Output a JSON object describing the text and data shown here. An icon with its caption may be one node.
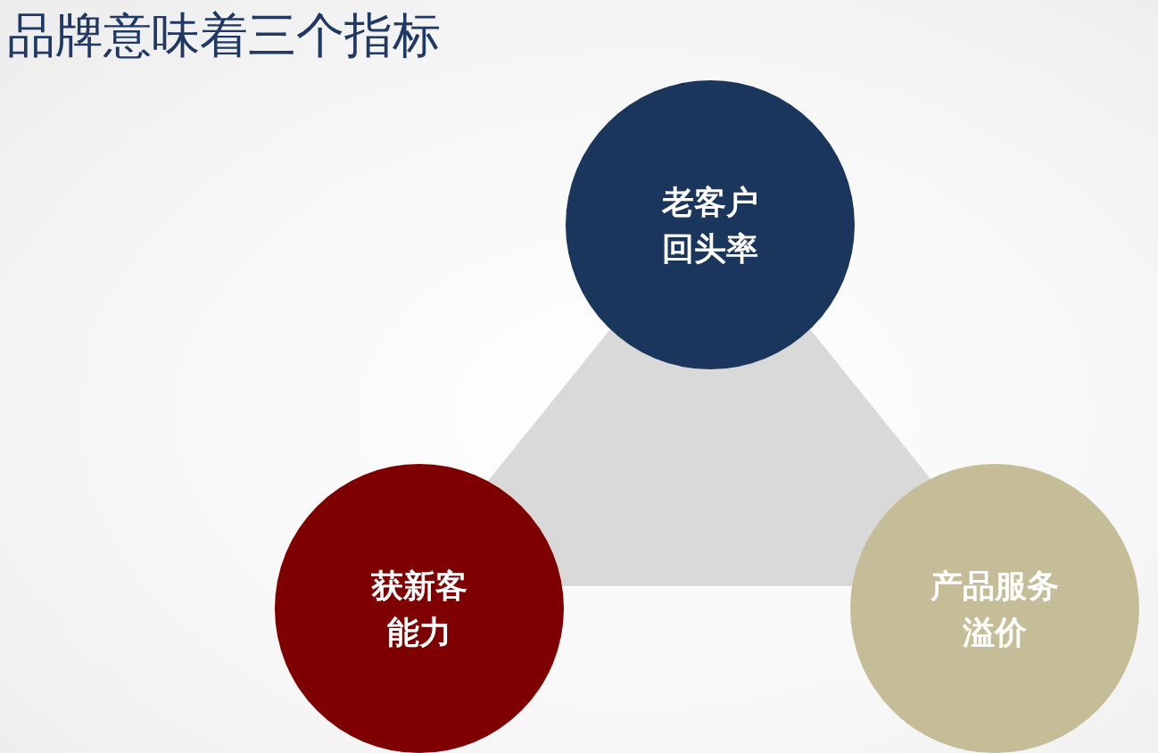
{
  "diagram": {
    "title": "品牌意味着三个指标",
    "nodes": [
      {
        "text": [
          "老客户回头率"
        ]
      },
      {
        "text": [
          "获新客能力"
        ]
      },
      {
        "text": [
          "产品服务溢价"
        ]
      }
    ]
  }
}
